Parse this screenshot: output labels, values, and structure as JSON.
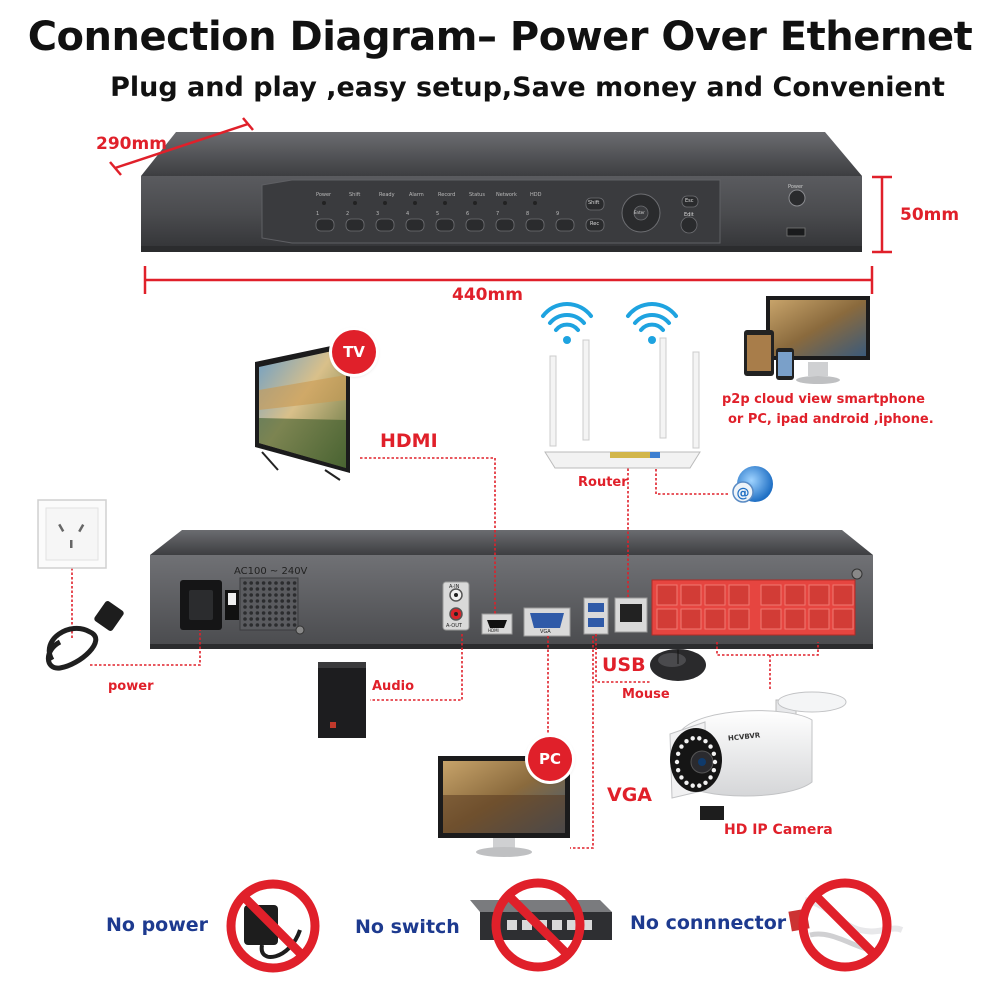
{
  "header": {
    "title": "Connection Diagram– Power Over Ethernet",
    "subtitle": "Plug and play ,easy setup,Save money and Convenient"
  },
  "dimensions": {
    "depth": "290mm",
    "height": "50mm",
    "width": "440mm"
  },
  "front_panel": {
    "indicators": [
      "Power",
      "Shift",
      "Ready",
      "Alarm",
      "Record",
      "Status",
      "Network",
      "HDD"
    ],
    "button_numbers": [
      "1",
      "2",
      "3",
      "4",
      "5",
      "6",
      "7",
      "8",
      "9"
    ],
    "side_buttons": [
      "Shift",
      "Rec",
      "Esc",
      "Edit",
      "Enter"
    ],
    "power_label": "Power"
  },
  "rear_panel": {
    "ac_label": "AC100 ~ 240V",
    "audio_in": "A-IN",
    "audio_out": "A-OUT",
    "hdmi_port": "HDMI",
    "vga_port": "VGA"
  },
  "connections": {
    "tv_badge": "TV",
    "hdmi": "HDMI",
    "router": "Router",
    "cloud_text_1": "p2p cloud  view smartphone",
    "cloud_text_2": "or PC, ipad android ,iphone.",
    "power": "power",
    "audio": "Audio",
    "usb": "USB",
    "mouse": "Mouse",
    "pc_badge": "PC",
    "vga": "VGA",
    "camera": "HD IP Camera",
    "camera_brand": "HCVBVR"
  },
  "not_needed": [
    {
      "label": "No power"
    },
    {
      "label": "No switch"
    },
    {
      "label": "No connnector"
    }
  ],
  "colors": {
    "accent": "#e0202a",
    "label_blue": "#1d3a8f",
    "device_dark": "#4a4b4e"
  }
}
